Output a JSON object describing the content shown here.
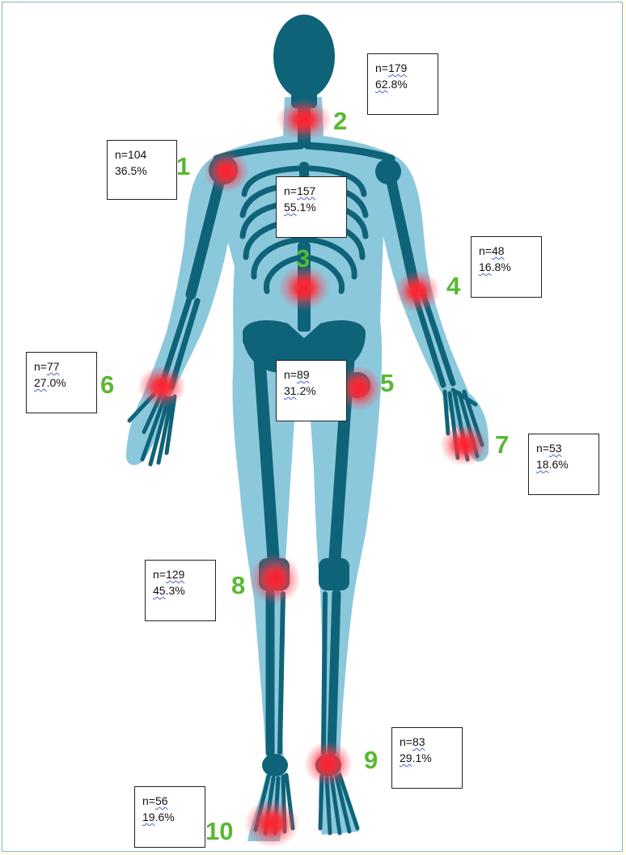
{
  "sites": [
    {
      "id": "1",
      "label": "1",
      "count_prefix": "n=",
      "count": "104",
      "pct_int": "36",
      "pct_rest": ".5%"
    },
    {
      "id": "2",
      "label": "2",
      "count_prefix": "n=",
      "count": "179",
      "pct_int": "62",
      "pct_rest": ".8%"
    },
    {
      "id": "3",
      "label": "3",
      "count_prefix": "n=",
      "count": "157",
      "pct_int": "55",
      "pct_rest": ".1%"
    },
    {
      "id": "4",
      "label": "4",
      "count_prefix": "n=",
      "count": "48",
      "pct_int": "16",
      "pct_rest": ".8%"
    },
    {
      "id": "5",
      "label": "5",
      "count_prefix": "n=",
      "count": "89",
      "pct_int": "31",
      "pct_rest": ".2%"
    },
    {
      "id": "6",
      "label": "6",
      "count_prefix": "n=",
      "count": "77",
      "pct_int": "27",
      "pct_rest": ".0%"
    },
    {
      "id": "7",
      "label": "7",
      "count_prefix": "n=",
      "count": "53",
      "pct_int": "18",
      "pct_rest": ".6%"
    },
    {
      "id": "8",
      "label": "8",
      "count_prefix": "n=",
      "count": "129",
      "pct_int": "45",
      "pct_rest": ".3%"
    },
    {
      "id": "9",
      "label": "9",
      "count_prefix": "n=",
      "count": "83",
      "pct_int": "29",
      "pct_rest": ".1%"
    },
    {
      "id": "10",
      "label": "10",
      "count_prefix": "n=",
      "count": "56",
      "pct_int": "19",
      "pct_rest": ".6%"
    }
  ],
  "colors": {
    "body_silhouette": "#8cc8dc",
    "skeleton": "#0f6378",
    "pain_glow": "#ff1f2e",
    "label_green": "#58b832"
  }
}
